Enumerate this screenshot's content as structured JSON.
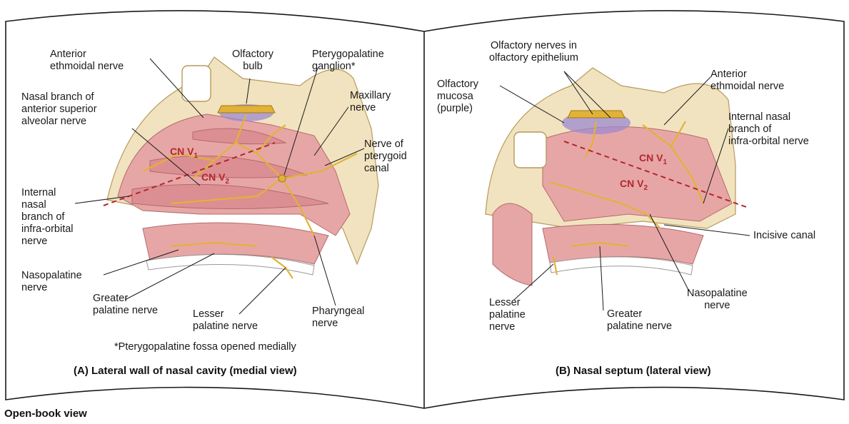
{
  "figure": {
    "footer_label": "Open-book view",
    "colors": {
      "mucosa": "#e7a6a6",
      "bone": "#f1e3bf",
      "nerve": "#e2b237",
      "divider": "#b3262c",
      "olfactory": "#9c8ad0"
    }
  },
  "panel_a": {
    "caption": "(A) Lateral wall of nasal cavity (medial view)",
    "footnote": "*Pterygopalatine fossa opened medially",
    "cn_v1": "CN V",
    "cn_v1_sub": "1",
    "cn_v2": "CN V",
    "cn_v2_sub": "2",
    "labels": {
      "anterior_ethmoidal": "Anterior\nethmoidal nerve",
      "olfactory_bulb": "Olfactory\nbulb",
      "pterygopalatine_ganglion": "Pterygopalatine\nganglion*",
      "nasal_branch_asa": "Nasal branch of\nanterior superior\nalveolar nerve",
      "maxillary": "Maxillary\nnerve",
      "nerve_pterygoid_canal": "Nerve of\npterygoid\ncanal",
      "internal_nasal_infraorbital": "Internal\nnasal\nbranch of\ninfra-orbital\nnerve",
      "nasopalatine": "Nasopalatine\nnerve",
      "greater_palatine": "Greater\npalatine nerve",
      "lesser_palatine": "Lesser\npalatine nerve",
      "pharyngeal": "Pharyngeal\nnerve"
    }
  },
  "panel_b": {
    "caption": "(B) Nasal septum (lateral view)",
    "cn_v1": "CN V",
    "cn_v1_sub": "1",
    "cn_v2": "CN V",
    "cn_v2_sub": "2",
    "labels": {
      "olfactory_nerves_epithelium": "Olfactory nerves in\nolfactory epithelium",
      "olfactory_mucosa": "Olfactory\nmucosa\n(purple)",
      "anterior_ethmoidal": "Anterior\nethmoidal nerve",
      "internal_nasal_infraorbital": "Internal nasal\nbranch of\ninfra-orbital nerve",
      "incisive_canal": "Incisive canal",
      "nasopalatine": "Nasopalatine\nnerve",
      "lesser_palatine": "Lesser\npalatine\nnerve",
      "greater_palatine": "Greater\npalatine nerve"
    }
  }
}
